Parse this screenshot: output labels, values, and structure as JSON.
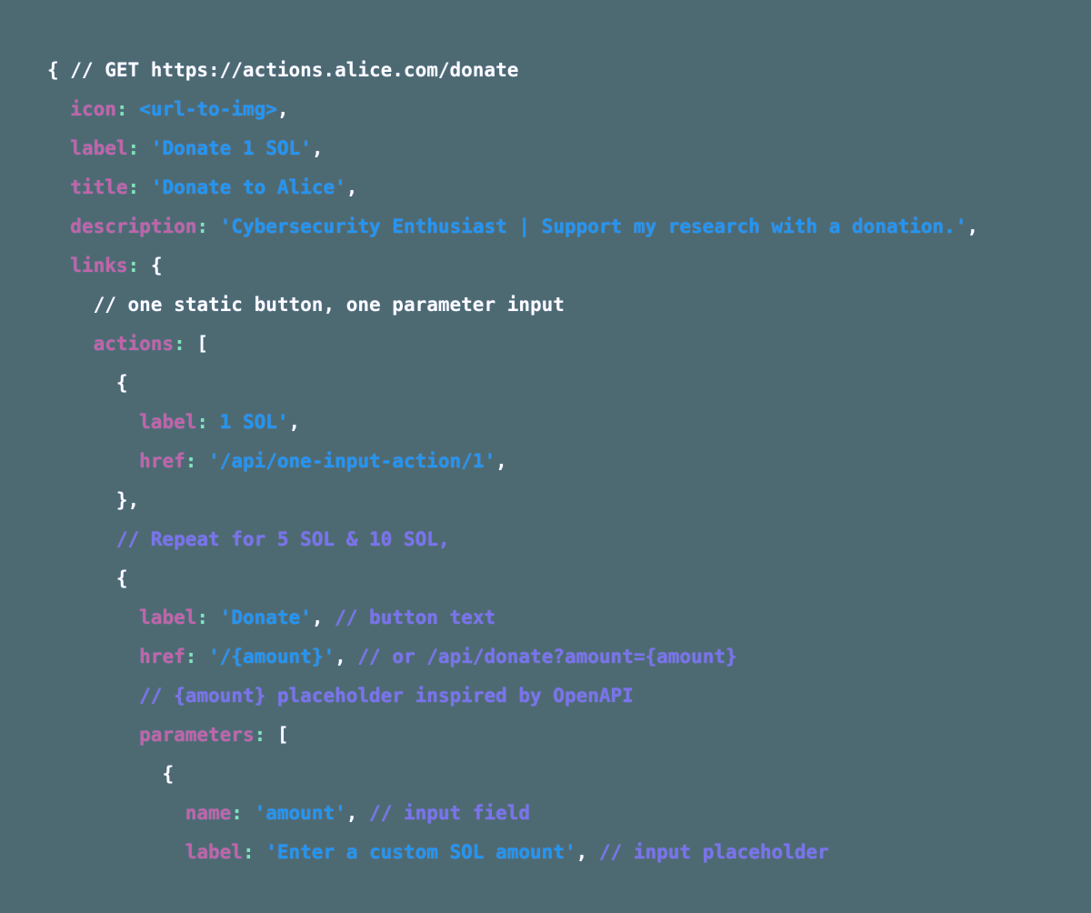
{
  "colors": {
    "background": "#4d6a72",
    "key": "#c264a6",
    "colon": "#7fe6b2",
    "string": "#2196f3",
    "comment": "#7b72ee",
    "punctuation": "#ffffff"
  },
  "lines": [
    {
      "indent": "",
      "segments": [
        {
          "t": "{ // GET https://actions.alice.com/donate",
          "c": "pun"
        }
      ]
    },
    {
      "indent": "  ",
      "segments": [
        {
          "t": "icon",
          "c": "key"
        },
        {
          "t": ":",
          "c": "colon"
        },
        {
          "t": " <url-to-img>",
          "c": "str"
        },
        {
          "t": ",",
          "c": "pun"
        }
      ]
    },
    {
      "indent": "  ",
      "segments": [
        {
          "t": "label",
          "c": "key"
        },
        {
          "t": ":",
          "c": "colon"
        },
        {
          "t": " 'Donate 1 SOL'",
          "c": "str"
        },
        {
          "t": ",",
          "c": "pun"
        }
      ]
    },
    {
      "indent": "  ",
      "segments": [
        {
          "t": "title",
          "c": "key"
        },
        {
          "t": ":",
          "c": "colon"
        },
        {
          "t": " 'Donate to Alice'",
          "c": "str"
        },
        {
          "t": ",",
          "c": "pun"
        }
      ]
    },
    {
      "indent": "  ",
      "segments": [
        {
          "t": "description",
          "c": "key"
        },
        {
          "t": ":",
          "c": "colon"
        },
        {
          "t": " 'Cybersecurity Enthusiast | Support my research with a donation.'",
          "c": "str"
        },
        {
          "t": ",",
          "c": "pun"
        }
      ]
    },
    {
      "indent": "  ",
      "segments": [
        {
          "t": "links",
          "c": "key"
        },
        {
          "t": ":",
          "c": "colon"
        },
        {
          "t": " {",
          "c": "pun"
        }
      ]
    },
    {
      "indent": "    ",
      "segments": [
        {
          "t": "// one static button, one parameter input",
          "c": "pun"
        }
      ]
    },
    {
      "indent": "    ",
      "segments": [
        {
          "t": "actions",
          "c": "key"
        },
        {
          "t": ":",
          "c": "colon"
        },
        {
          "t": " [",
          "c": "pun"
        }
      ]
    },
    {
      "indent": "      ",
      "segments": [
        {
          "t": "{",
          "c": "pun"
        }
      ]
    },
    {
      "indent": "        ",
      "segments": [
        {
          "t": "label",
          "c": "key"
        },
        {
          "t": ":",
          "c": "colon"
        },
        {
          "t": " 1 SOL'",
          "c": "str"
        },
        {
          "t": ",",
          "c": "pun"
        }
      ]
    },
    {
      "indent": "        ",
      "segments": [
        {
          "t": "href",
          "c": "key"
        },
        {
          "t": ":",
          "c": "colon"
        },
        {
          "t": " '/api/one-input-action/1'",
          "c": "str"
        },
        {
          "t": ",",
          "c": "pun"
        }
      ]
    },
    {
      "indent": "      ",
      "segments": [
        {
          "t": "},",
          "c": "pun"
        }
      ]
    },
    {
      "indent": "      ",
      "segments": [
        {
          "t": "// Repeat for 5 SOL & 10 SOL,",
          "c": "cmt"
        }
      ]
    },
    {
      "indent": "      ",
      "segments": [
        {
          "t": "{",
          "c": "pun"
        }
      ]
    },
    {
      "indent": "        ",
      "segments": [
        {
          "t": "label",
          "c": "key"
        },
        {
          "t": ":",
          "c": "colon"
        },
        {
          "t": " 'Donate'",
          "c": "str"
        },
        {
          "t": ",",
          "c": "pun"
        },
        {
          "t": " // button text",
          "c": "cmt"
        }
      ]
    },
    {
      "indent": "        ",
      "segments": [
        {
          "t": "href",
          "c": "key"
        },
        {
          "t": ":",
          "c": "colon"
        },
        {
          "t": " '/{amount}'",
          "c": "str"
        },
        {
          "t": ",",
          "c": "pun"
        },
        {
          "t": " // or /api/donate?amount={amount}",
          "c": "cmt"
        }
      ]
    },
    {
      "indent": "        ",
      "segments": [
        {
          "t": "// {amount} placeholder inspired by OpenAPI",
          "c": "cmt"
        }
      ]
    },
    {
      "indent": "        ",
      "segments": [
        {
          "t": "parameters",
          "c": "key"
        },
        {
          "t": ":",
          "c": "colon"
        },
        {
          "t": " [",
          "c": "pun"
        }
      ]
    },
    {
      "indent": "          ",
      "segments": [
        {
          "t": "{",
          "c": "pun"
        }
      ]
    },
    {
      "indent": "            ",
      "segments": [
        {
          "t": "name",
          "c": "key"
        },
        {
          "t": ":",
          "c": "colon"
        },
        {
          "t": " 'amount'",
          "c": "str"
        },
        {
          "t": ",",
          "c": "pun"
        },
        {
          "t": " // input field",
          "c": "cmt"
        }
      ]
    },
    {
      "indent": "            ",
      "segments": [
        {
          "t": "label",
          "c": "key"
        },
        {
          "t": ":",
          "c": "colon"
        },
        {
          "t": " 'Enter a custom SOL amount'",
          "c": "str"
        },
        {
          "t": ",",
          "c": "pun"
        },
        {
          "t": " // input placeholder",
          "c": "cmt"
        }
      ]
    }
  ]
}
